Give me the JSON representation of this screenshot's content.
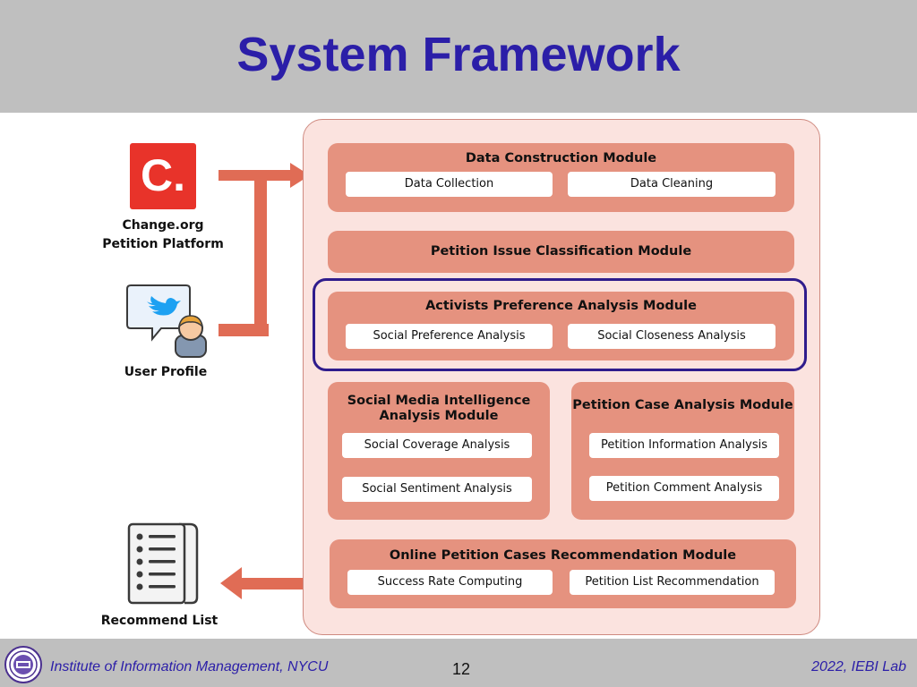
{
  "slide": {
    "title": "System Framework",
    "page_number": "12"
  },
  "footer": {
    "institute": "Institute of Information Management, NYCU",
    "lab": "2022, IEBI Lab"
  },
  "inputs": {
    "change_org_logo_text": "C.",
    "change_org_label_line1": "Change.org",
    "change_org_label_line2": "Petition Platform",
    "user_profile_label": "User Profile"
  },
  "output": {
    "recommend_list_label": "Recommend List"
  },
  "modules": {
    "data_construction": {
      "title": "Data Construction Module",
      "items": [
        "Data Collection",
        "Data Cleaning"
      ]
    },
    "petition_issue": {
      "title": "Petition Issue Classification Module"
    },
    "activists_preference": {
      "title": "Activists Preference Analysis Module",
      "items": [
        "Social Preference Analysis",
        "Social Closeness Analysis"
      ]
    },
    "social_media": {
      "title_line1": "Social Media Intelligence",
      "title_line2": "Analysis Module",
      "items": [
        "Social Coverage Analysis",
        "Social Sentiment  Analysis"
      ]
    },
    "petition_case": {
      "title": "Petition Case Analysis Module",
      "items": [
        "Petition Information Analysis",
        "Petition Comment Analysis"
      ]
    },
    "online_recommendation": {
      "title": "Online Petition Cases Recommendation Module",
      "items": [
        "Success Rate Computing",
        "Petition List Recommendation"
      ]
    }
  },
  "colors": {
    "title": "#2b1ea8",
    "module_fill": "#e5927f",
    "framework_fill": "#fbe3df",
    "highlight_border": "#2f1c8c",
    "arrow": "#e06c55",
    "change_org_red": "#e8332a",
    "twitter_blue": "#1da1f2"
  }
}
